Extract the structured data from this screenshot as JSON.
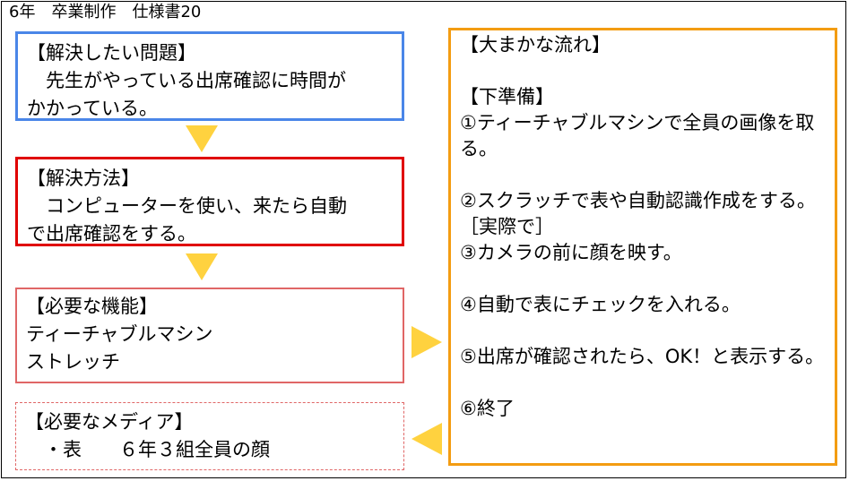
{
  "header": {
    "title": "6年　卒業制作　仕様書20"
  },
  "problem": {
    "heading": "【解決したい問題】",
    "lines": [
      "　先生がやっている出席確認に時間が",
      "かかっている。"
    ]
  },
  "solution": {
    "heading": "【解決方法】",
    "lines": [
      "　コンピューターを使い、来たら自動",
      "で出席確認をする。"
    ]
  },
  "functions": {
    "heading": "【必要な機能】",
    "items": [
      "ティーチャブルマシン",
      "ストレッチ"
    ]
  },
  "media": {
    "heading": "【必要なメディア】",
    "items": [
      "　・表　　６年３組全員の顔"
    ]
  },
  "flow": {
    "heading": "【大まかな流れ】",
    "lines": [
      "",
      "【下準備】",
      "①ティーチャブルマシンで全員の画像を取る。",
      "",
      "②スクラッチで表や自動認識作成をする。",
      "［実際で］",
      "③カメラの前に顔を映す。",
      "",
      "④自動で表にチェックを入れる。",
      "",
      "⑤出席が確認されたら、OK！と表示する。",
      "",
      "⑥終了"
    ]
  },
  "colors": {
    "problem_border": "#4a86e8",
    "solution_border": "#e00000",
    "functions_border": "#e06666",
    "media_border": "#e06666",
    "flow_border": "#f39c12",
    "arrow": "#ffd23f"
  }
}
